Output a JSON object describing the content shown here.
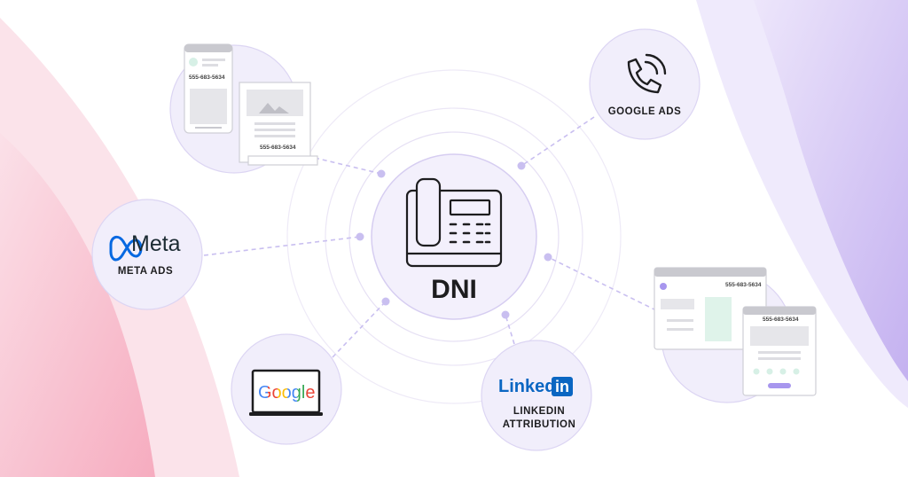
{
  "center": {
    "label": "DNI"
  },
  "nodes": {
    "google_ads": {
      "label": "GOOGLE ADS",
      "icon": "phone-call-icon"
    },
    "meta_ads": {
      "logo_text": "Meta",
      "label": "META ADS",
      "icon": "meta-infinity-icon"
    },
    "google": {
      "logo_text": "Google",
      "icon": "laptop-icon"
    },
    "linkedin": {
      "logo_text": "Linked",
      "logo_badge": "in",
      "label_line1": "LINKEDIN",
      "label_line2": "ATTRIBUTION"
    },
    "website": {
      "phone_number": "555-683-5634"
    },
    "print": {
      "phone_number": "555-683-5634"
    }
  },
  "colors": {
    "lavender": "#f1eefb",
    "lavender_stroke": "#dcd5f3",
    "connector": "#c9bff0",
    "pink": "#f7c6d3",
    "purple": "#c9b9f1"
  }
}
